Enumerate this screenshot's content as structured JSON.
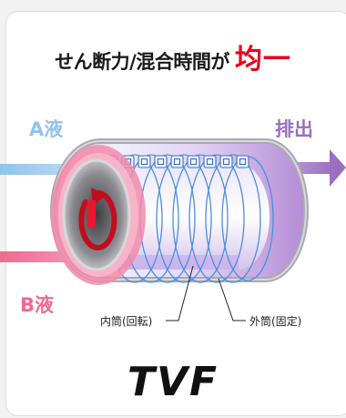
{
  "headline": {
    "text": "せん断力/混合時間が",
    "accent": "均一"
  },
  "inputs": {
    "a": "A液",
    "b": "B液"
  },
  "output": "排出",
  "callouts": {
    "inner": "内筒(回転)",
    "outer": "外筒(固定)"
  },
  "brand": "TVF",
  "colors": {
    "a_liquid": "#8fc4ea",
    "b_liquid": "#ee6a92",
    "output": "#9b6fc0",
    "accent": "#e8001d",
    "rotation": "#c20d1e"
  },
  "icons": [
    "rotation-arrow-icon",
    "output-arrow-icon"
  ]
}
